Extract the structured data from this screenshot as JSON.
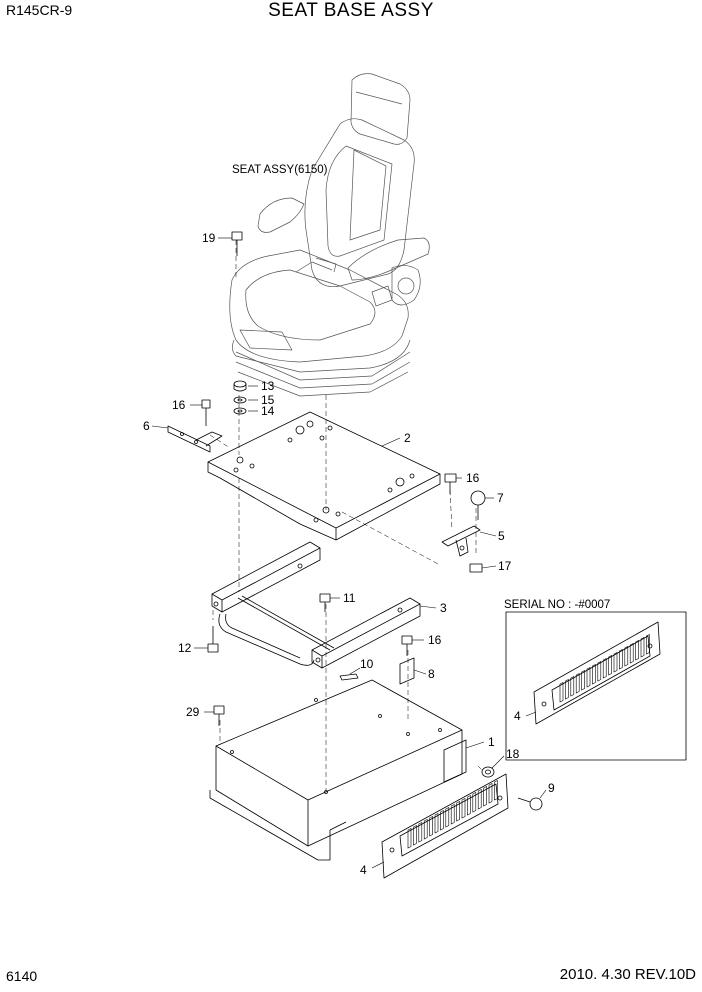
{
  "header": {
    "model": "R145CR-9",
    "title": "SEAT BASE ASSY"
  },
  "footer": {
    "page_number": "6140",
    "revision": "2010. 4.30  REV.10D"
  },
  "diagram": {
    "seat_label": "SEAT ASSY(6150)",
    "serial_label": "SERIAL NO : -#0007",
    "parts": {
      "p1": "1",
      "p2": "2",
      "p3": "3",
      "p4a": "4",
      "p4b": "4",
      "p5": "5",
      "p6": "6",
      "p7": "7",
      "p8": "8",
      "p9": "9",
      "p10": "10",
      "p11": "11",
      "p12": "12",
      "p13": "13",
      "p14": "14",
      "p15": "15",
      "p16a": "16",
      "p16b": "16",
      "p16c": "16",
      "p17": "17",
      "p18": "18",
      "p19": "19",
      "p29": "29"
    }
  }
}
